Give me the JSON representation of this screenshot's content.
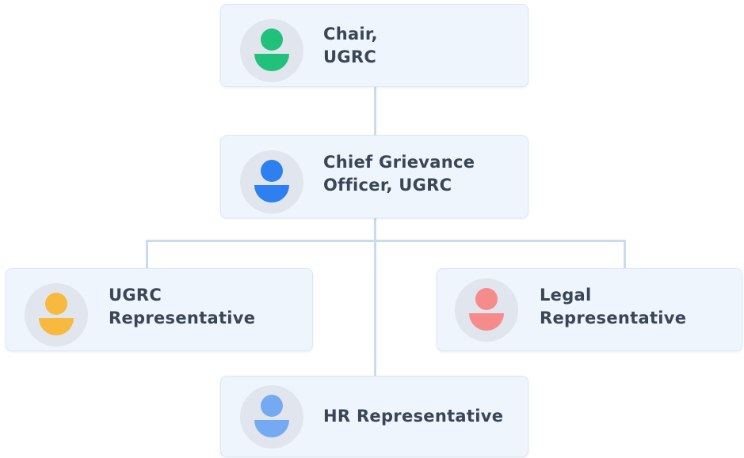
{
  "nodes": [
    {
      "id": "chair",
      "line1": "Chair,",
      "line2": "UGRC",
      "color": "#22c17b"
    },
    {
      "id": "chief-grievance-officer",
      "line1": "Chief Grievance",
      "line2": "Officer, UGRC",
      "color": "#2e7ff0"
    },
    {
      "id": "ugrc-representative",
      "line1": "UGRC",
      "line2": "Representative",
      "color": "#f8b93f"
    },
    {
      "id": "legal-representative",
      "line1": "Legal",
      "line2": "Representative",
      "color": "#f58b8a"
    },
    {
      "id": "hr-representative",
      "line1": "HR Representative",
      "color": "#75a9f2"
    }
  ],
  "edges": [
    {
      "from": "chair",
      "to": "chief-grievance-officer"
    },
    {
      "from": "chief-grievance-officer",
      "to": "ugrc-representative"
    },
    {
      "from": "chief-grievance-officer",
      "to": "legal-representative"
    },
    {
      "from": "chief-grievance-officer",
      "to": "hr-representative"
    }
  ]
}
